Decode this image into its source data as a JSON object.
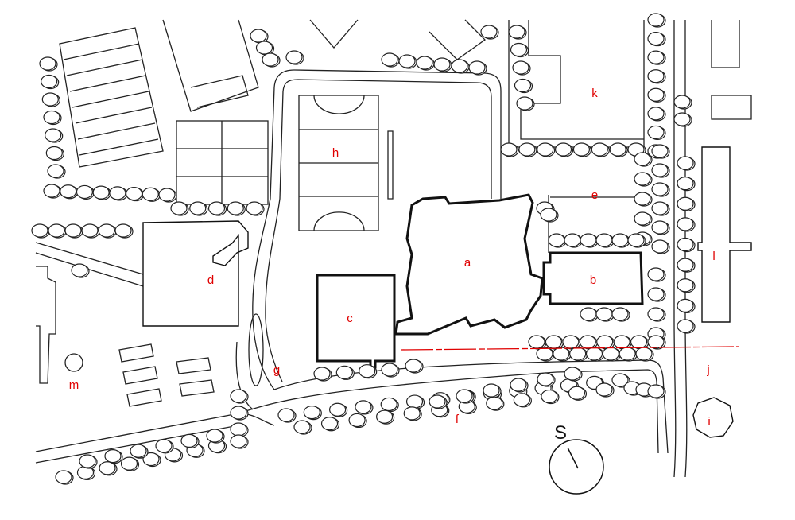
{
  "title": "Site plan",
  "labels": {
    "a": "a",
    "b": "b",
    "c": "c",
    "d": "d",
    "e": "e",
    "f": "f",
    "g": "g",
    "h": "h",
    "i": "i",
    "j": "j",
    "k": "k",
    "l": "l",
    "m": "m"
  },
  "north_arrow": {
    "letter": "S"
  },
  "colors": {
    "label": "#e00000",
    "line": "#222222",
    "boundary": "#e00000"
  }
}
